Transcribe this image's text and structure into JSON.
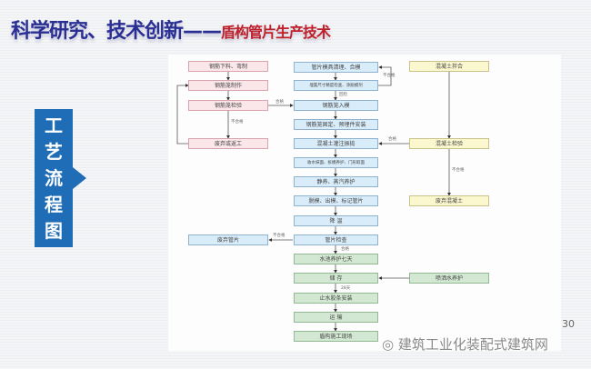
{
  "title": {
    "main": "科学研究、技术创新——",
    "sub": "盾构管片生产技术"
  },
  "side_label": [
    "工",
    "艺",
    "流",
    "程",
    "图"
  ],
  "flow": {
    "left": [
      "钢筋下料、弯制",
      "钢筋笼制作",
      "钢筋笼检验",
      "废弃或返工",
      "废弃管片"
    ],
    "center": [
      "管片模具清理、合模",
      "埋置尺寸精度检查、涂脱模剂",
      "钢筋笼入模",
      "钢筋笼固定、预埋件安装",
      "混凝土灌注振捣",
      "收水抹面、拆模养护、门形取面",
      "静养、蒸汽养护",
      "脱模、出模、标记管片",
      "降 温",
      "管片检查",
      "水池养护七天",
      "储 存",
      "止水胶条安装",
      "运 输",
      "盾构施工现场"
    ],
    "right": [
      "混凝土拌合",
      "混凝土检验",
      "废弃混凝土",
      "喷洒水养护"
    ],
    "labels": {
      "qualified": "合格",
      "unqualified": "不合格",
      "days28": "28天",
      "recheck": "回检"
    }
  },
  "watermark": "建筑工业化装配式建筑网",
  "page_number": "30"
}
